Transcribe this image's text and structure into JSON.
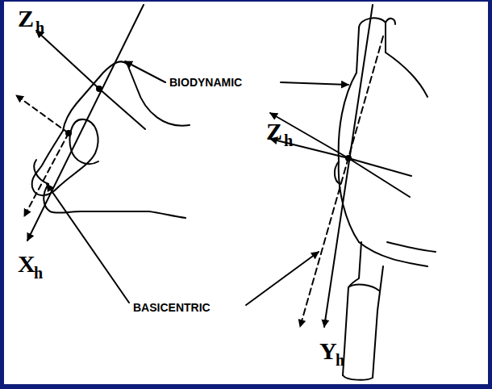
{
  "diagram": {
    "labels": [
      "Z",
      "h",
      "BIODYNAMIC",
      "X",
      "h",
      "BASICENTRIC",
      "Z",
      "h",
      "Y",
      "h"
    ]
  }
}
